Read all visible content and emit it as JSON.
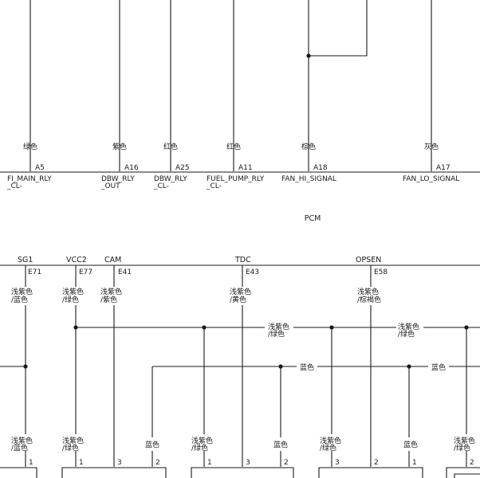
{
  "top": {
    "wires": [
      {
        "color": "绿色",
        "pin": "A5",
        "signal": [
          "FI_MAIN_RLY",
          "_CL-"
        ]
      },
      {
        "color": "紫色",
        "pin": "A16",
        "signal": [
          "DBW_RLY",
          "_OUT"
        ]
      },
      {
        "color": "红色",
        "pin": "A25",
        "signal": [
          "DBW_RLY",
          "_CL-"
        ]
      },
      {
        "color": "红色",
        "pin": "A11",
        "signal": [
          "FUEL_PUMP_RLY",
          "_CL-"
        ]
      },
      {
        "color": "棕色",
        "pin": "A18",
        "signal": [
          "FAN_HI_SIGNAL"
        ]
      },
      {
        "color": "灰色",
        "pin": "A17",
        "signal": [
          "FAN_LO_SIGNAL"
        ]
      }
    ]
  },
  "module_label": "PCM",
  "bottom": {
    "headers": [
      {
        "signal": "SG1",
        "pin": "E71",
        "color": [
          "浅紫色",
          "/蓝色"
        ]
      },
      {
        "signal": "VCC2",
        "pin": "E77",
        "color": [
          "浅紫色",
          "/绿色"
        ]
      },
      {
        "signal": "CAM",
        "pin": "E41",
        "color": [
          "浅紫色",
          "/紫色"
        ]
      },
      {
        "signal": "TDC",
        "pin": "E43",
        "color": [
          "浅紫色",
          "/黄色"
        ]
      },
      {
        "signal": "OPSEN",
        "pin": "E58",
        "color": [
          "浅紫色",
          "/棕褐色"
        ]
      }
    ],
    "bus_labels": [
      {
        "text": [
          "浅紫色",
          "/绿色"
        ]
      },
      {
        "text": [
          "浅紫色",
          "/绿色"
        ]
      },
      {
        "text": [
          "蓝色"
        ]
      },
      {
        "text": [
          "蓝色"
        ]
      }
    ],
    "bottom_colors": [
      [
        "浅紫色",
        "/蓝色"
      ],
      [
        "浅紫色",
        "/绿色"
      ],
      [
        "蓝色"
      ],
      [
        "浅紫色",
        "/绿色"
      ],
      [
        "蓝色"
      ],
      [
        "浅紫色",
        "/绿色"
      ],
      [
        "蓝色"
      ],
      [
        "浅紫色",
        "/绿色"
      ]
    ],
    "connector_pins": [
      "1",
      "1",
      "3",
      "2",
      "1",
      "3",
      "2",
      "3",
      "2",
      "1",
      "2"
    ]
  }
}
